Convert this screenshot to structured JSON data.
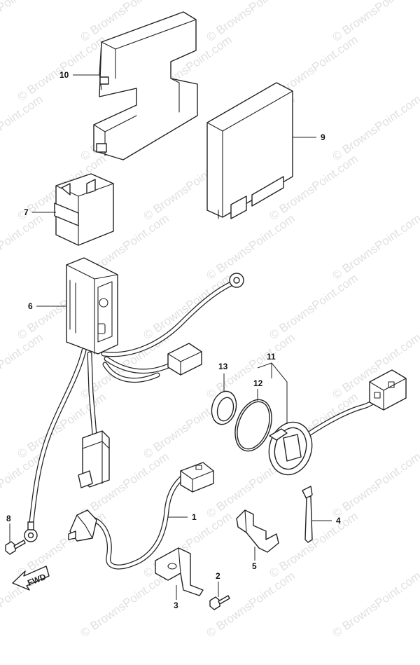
{
  "watermark": "© BrownsPoint.com",
  "fwd_label": "FWD",
  "callouts": {
    "p1": "1",
    "p2": "2",
    "p3": "3",
    "p4": "4",
    "p5": "5",
    "p6": "6",
    "p7": "7",
    "p8": "8",
    "p9": "9",
    "p10": "10",
    "p11": "11",
    "p12": "12",
    "p13": "13"
  }
}
